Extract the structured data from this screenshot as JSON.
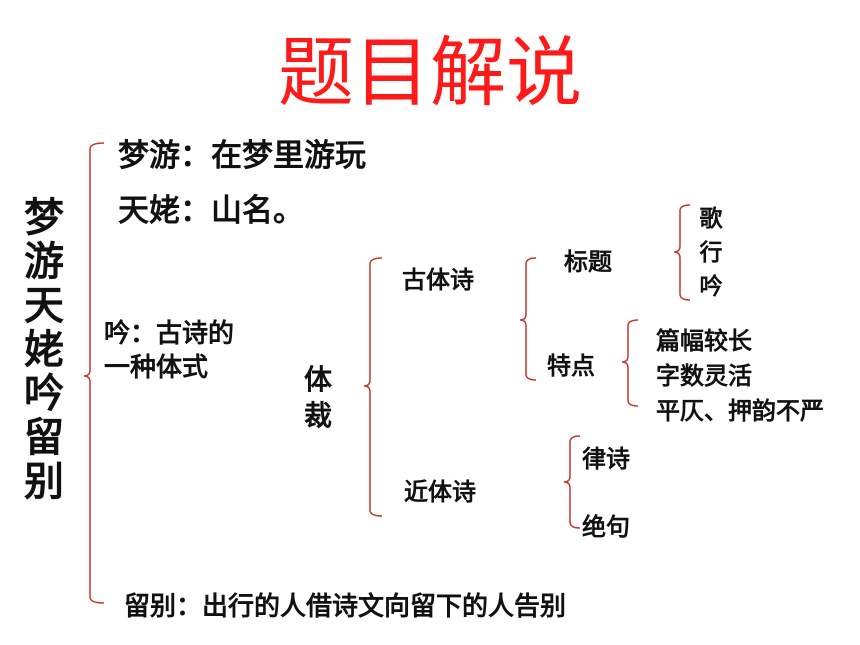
{
  "title": "题目解说",
  "colors": {
    "title": "#ff1a1a",
    "bracket": "#c0392b",
    "text": "#111111"
  },
  "root": "梦游天姥吟留别",
  "meanings": {
    "mengyou": "梦游：在梦里游玩",
    "tianmu": "天姥：山名。",
    "yin": [
      "吟：古诗的",
      "一种体式"
    ],
    "liubie": "留别：出行的人借诗文向留下的人告别"
  },
  "genre": {
    "label": "体裁",
    "ancient": {
      "label": "古体诗",
      "title_branch": {
        "label": "标题",
        "items": "歌行吟"
      },
      "feature_branch": {
        "label": "特点",
        "items": [
          "篇幅较长",
          "字数灵活",
          "平仄、押韵不严"
        ]
      }
    },
    "modern": {
      "label": "近体诗",
      "items": [
        "律诗",
        "绝句"
      ]
    }
  }
}
